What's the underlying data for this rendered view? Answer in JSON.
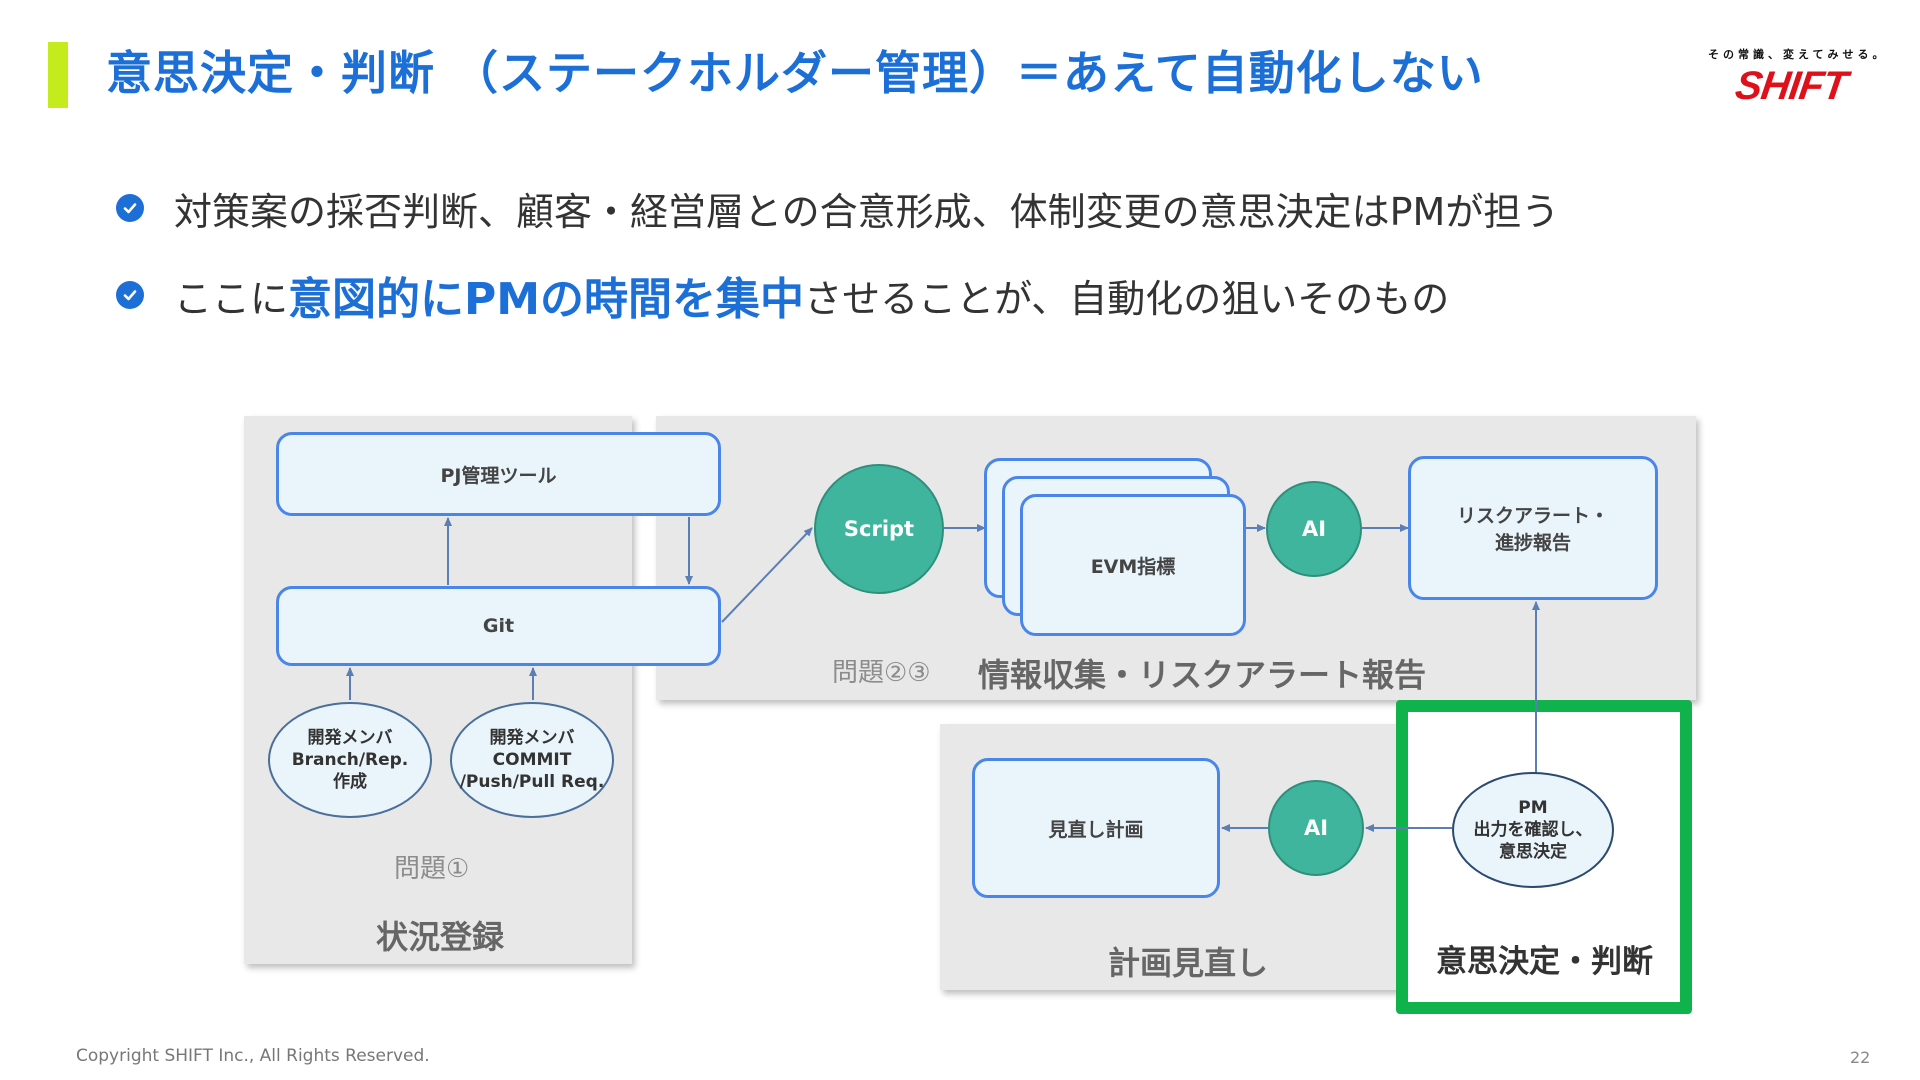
{
  "header": {
    "title": "意思決定・判断 （ステークホルダー管理）＝あえて自動化しない",
    "logo_tagline": "その常識、変えてみせる。",
    "logo_text": "SHIFT"
  },
  "bullets": [
    {
      "text": "対策案の採否判断、顧客・経営層との合意形成、体制変更の意思決定はPMが担う"
    },
    {
      "prefix": "ここに",
      "highlight": "意図的にPMの時間を集中",
      "suffix": "させることが、自動化の狙いそのもの"
    }
  ],
  "diagram": {
    "status": {
      "pj_tool": "PJ管理ツール",
      "git": "Git",
      "dev1": [
        "開発メンバ",
        "Branch/Rep.",
        "作成"
      ],
      "dev2": [
        "開発メンバ",
        "COMMIT",
        "/Push/Pull Req."
      ],
      "problem": "問題①",
      "label": "状況登録"
    },
    "info": {
      "script": "Script",
      "evm": "EVM指標",
      "ai": "AI",
      "risk_report": [
        "リスクアラート・",
        "進捗報告"
      ],
      "problem": "問題②③",
      "label": "情報収集・リスクアラート報告"
    },
    "plan": {
      "replan": "見直し計画",
      "ai": "AI",
      "label": "計画見直し"
    },
    "decision": {
      "pm": [
        "PM",
        "出力を確認し、",
        "意思決定"
      ],
      "label": "意思決定・判断"
    }
  },
  "footer": {
    "copyright": "Copyright SHIFT Inc., All Rights Reserved.",
    "page": "22"
  },
  "colors": {
    "brand_blue": "#1d6fd8",
    "accent_green": "#c4ec1c",
    "highlight_frame": "#10b24b",
    "teal": "#40b59e",
    "logo_red": "#e0101a"
  }
}
